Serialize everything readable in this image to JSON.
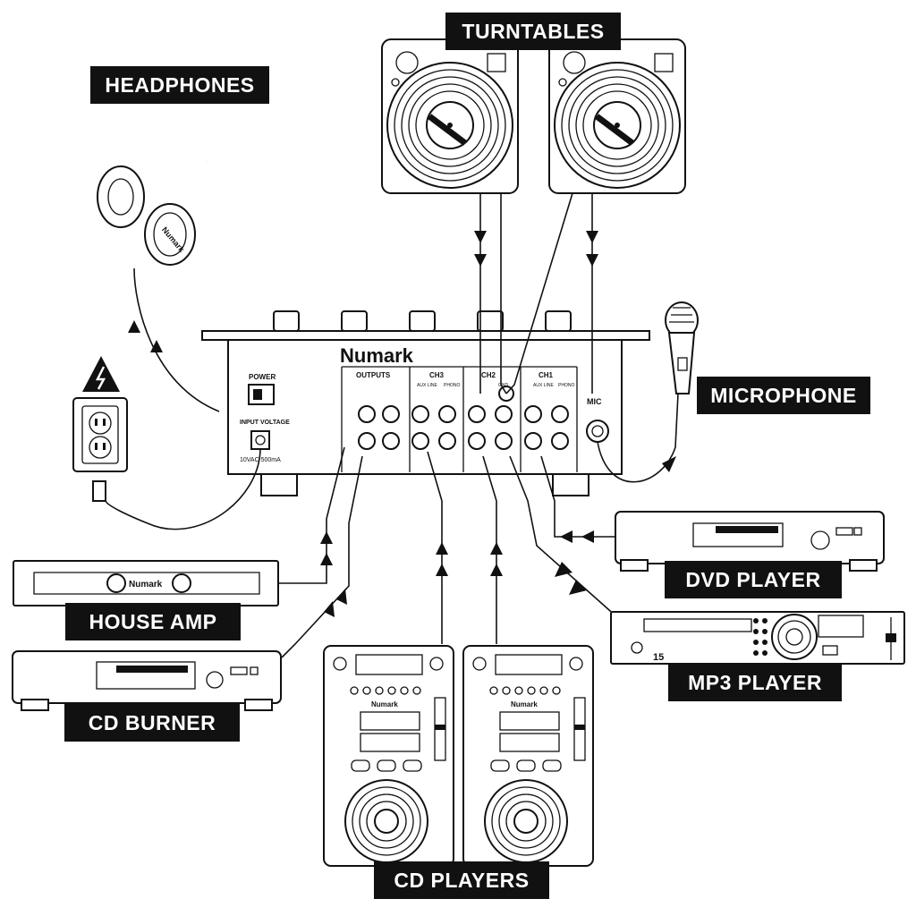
{
  "labels": {
    "turntables": "TURNTABLES",
    "headphones": "HEADPHONES",
    "microphone": "MICROPHONE",
    "dvd_player": "DVD PLAYER",
    "mp3_player": "MP3 PLAYER",
    "house_amp": "HOUSE AMP",
    "cd_burner": "CD BURNER",
    "cd_players": "CD PLAYERS"
  },
  "mixer": {
    "brand": "Numark",
    "power": "POWER",
    "input_voltage": "INPUT VOLTAGE",
    "voltage_rating": "10VAC 500mA",
    "outputs": "OUTPUTS",
    "ch3": "CH3",
    "ch2": "CH2",
    "ch1": "CH1",
    "aux_line": "AUX LINE",
    "phono": "PHONO",
    "mic": "MIC",
    "gnd": "GND"
  },
  "devices": {
    "amp_brand": "Numark",
    "cd_player_brand": "Numark",
    "mp3_badge": "15"
  },
  "icons": [
    "headphones-icon",
    "power-outlet-icon",
    "warning-icon",
    "turntable-icon",
    "microphone-icon",
    "dvd-player-icon",
    "mp3-player-icon",
    "amplifier-icon",
    "cd-burner-icon",
    "cd-player-icon"
  ]
}
